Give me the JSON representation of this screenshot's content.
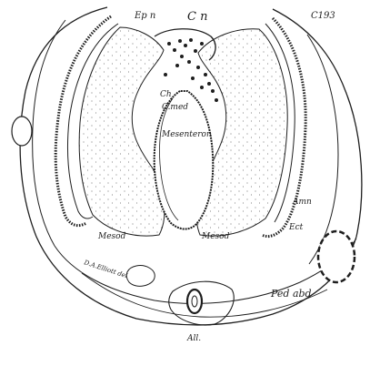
{
  "figure": {
    "specimen_number": "C193",
    "labels": {
      "ep_n": "Ep n",
      "c_n": "C n",
      "ch": "Ch",
      "c_med": "C.med",
      "mesenteron": "Mesenteron",
      "amn": "Amn",
      "ect": "Ect",
      "mesod_left": "Mesod",
      "mesod_right": "Mesod",
      "ped_abd": "Ped abd",
      "all": "All.",
      "credit": "D.A.Elliott del"
    },
    "colors": {
      "ink": "#1e1e1e",
      "paper": "#ffffff",
      "stipple": "#555555"
    }
  }
}
